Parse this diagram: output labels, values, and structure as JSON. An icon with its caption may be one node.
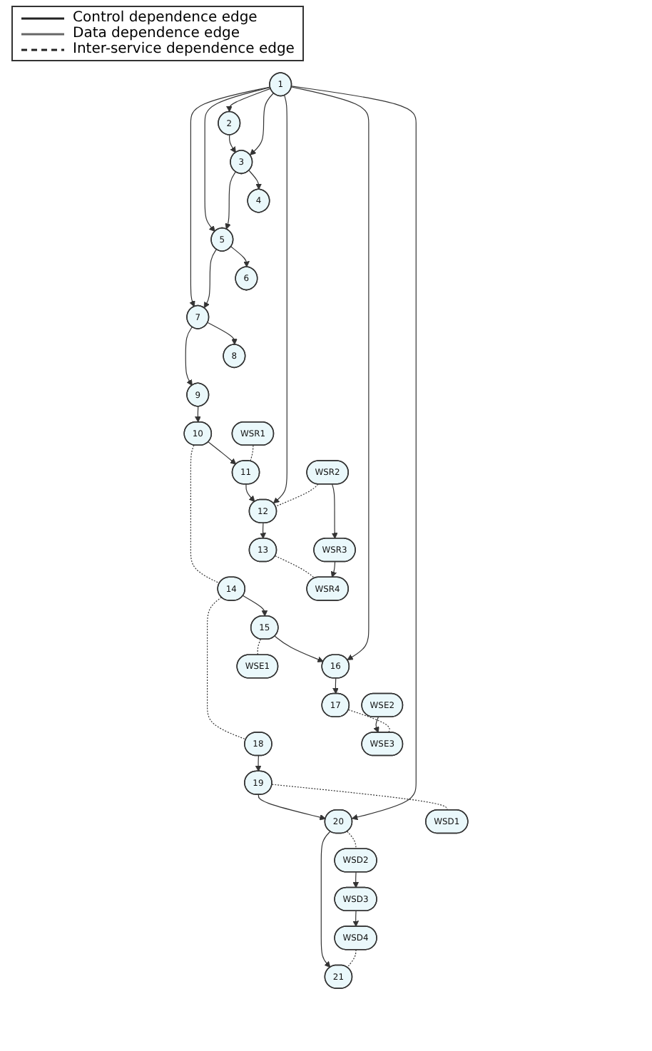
{
  "diagram": {
    "nodes": [
      {
        "text": [
          "1"
        ]
      },
      {
        "text": [
          "2"
        ]
      },
      {
        "text": [
          "3"
        ]
      },
      {
        "text": [
          "4"
        ]
      },
      {
        "text": [
          "5"
        ]
      },
      {
        "text": [
          "6"
        ]
      },
      {
        "text": [
          "7"
        ]
      },
      {
        "text": [
          "8"
        ]
      },
      {
        "text": [
          "9"
        ]
      },
      {
        "text": [
          "10"
        ]
      },
      {
        "text": [
          "11"
        ]
      },
      {
        "text": [
          "12"
        ]
      },
      {
        "text": [
          "13"
        ]
      },
      {
        "text": [
          "14"
        ]
      },
      {
        "text": [
          "15"
        ]
      },
      {
        "text": [
          "16"
        ]
      },
      {
        "text": [
          "17"
        ]
      },
      {
        "text": [
          "18"
        ]
      },
      {
        "text": [
          "19"
        ]
      },
      {
        "text": [
          "20"
        ]
      },
      {
        "text": [
          "21"
        ]
      },
      {
        "text": [
          "WSR1"
        ]
      },
      {
        "text": [
          "WSR2"
        ]
      },
      {
        "text": [
          "WSR3"
        ]
      },
      {
        "text": [
          "WSR4"
        ]
      },
      {
        "text": [
          "WSE1"
        ]
      },
      {
        "text": [
          "WSE2"
        ]
      },
      {
        "text": [
          "WSE3"
        ]
      },
      {
        "text": [
          "WSD1"
        ]
      },
      {
        "text": [
          "WSD2"
        ]
      },
      {
        "text": [
          "WSD3"
        ]
      },
      {
        "text": [
          "WSD4"
        ]
      }
    ],
    "edges": [
      {
        "from": 0,
        "to": 1,
        "arrow": "to"
      },
      {
        "from": 1,
        "to": 2,
        "arrow": "to"
      },
      {
        "from": 2,
        "to": 3,
        "arrow": "to"
      },
      {
        "from": 4,
        "to": 5,
        "arrow": "to"
      },
      {
        "from": 6,
        "to": 7,
        "arrow": "to"
      },
      {
        "from": 8,
        "to": 9,
        "arrow": "to"
      },
      {
        "from": 9,
        "to": 10,
        "arrow": "to"
      },
      {
        "from": 10,
        "to": 11,
        "arrow": "to"
      },
      {
        "from": 11,
        "to": 12,
        "arrow": "to"
      },
      {
        "from": 13,
        "to": 14,
        "arrow": "to"
      },
      {
        "from": 14,
        "to": 15,
        "arrow": "to"
      },
      {
        "from": 15,
        "to": 16,
        "arrow": "to"
      },
      {
        "from": 17,
        "to": 18,
        "arrow": "to"
      },
      {
        "from": 18,
        "to": 19,
        "arrow": "to"
      },
      {
        "from": 19,
        "to": 20,
        "arrow": "to"
      },
      {
        "from": 0,
        "to": 2,
        "arrow": "to"
      },
      {
        "from": 0,
        "to": 4,
        "arrow": "to"
      },
      {
        "from": 2,
        "to": 4,
        "arrow": "to"
      },
      {
        "from": 0,
        "to": 6,
        "arrow": "to"
      },
      {
        "from": 0,
        "to": 11,
        "arrow": "to"
      },
      {
        "from": 0,
        "to": 15,
        "arrow": "to"
      },
      {
        "from": 0,
        "to": 19,
        "arrow": "to"
      },
      {
        "from": 4,
        "to": 6,
        "arrow": "to"
      },
      {
        "from": 6,
        "to": 8,
        "arrow": "to"
      },
      {
        "from": 9,
        "to": 13,
        "arrow": "none",
        "style": "dashed"
      },
      {
        "from": 12,
        "to": 24,
        "arrow": "none",
        "style": "dashed"
      },
      {
        "from": 13,
        "to": 17,
        "arrow": "none",
        "style": "dashed"
      },
      {
        "from": 21,
        "to": 10,
        "arrow": "none",
        "style": "dashed"
      },
      {
        "from": 22,
        "to": 11,
        "arrow": "none",
        "style": "dashed"
      },
      {
        "from": 22,
        "to": 23,
        "arrow": "to"
      },
      {
        "from": 23,
        "to": 24,
        "arrow": "to"
      },
      {
        "from": 14,
        "to": 25,
        "arrow": "none",
        "style": "dashed"
      },
      {
        "from": 26,
        "to": 27,
        "arrow": "to"
      },
      {
        "from": 16,
        "to": 27,
        "arrow": "none",
        "style": "dashed"
      },
      {
        "from": 18,
        "to": 28,
        "arrow": "none",
        "style": "dashed"
      },
      {
        "from": 19,
        "to": 29,
        "arrow": "none",
        "style": "dashed"
      },
      {
        "from": 29,
        "to": 30,
        "arrow": "to"
      },
      {
        "from": 30,
        "to": 31,
        "arrow": "to"
      },
      {
        "from": 31,
        "to": 20,
        "arrow": "none",
        "style": "dashed"
      }
    ],
    "legend": [
      {
        "text": "Control dependence edge"
      },
      {
        "text": "Data dependence edge"
      },
      {
        "text": "Inter-service dependence edge"
      }
    ]
  }
}
